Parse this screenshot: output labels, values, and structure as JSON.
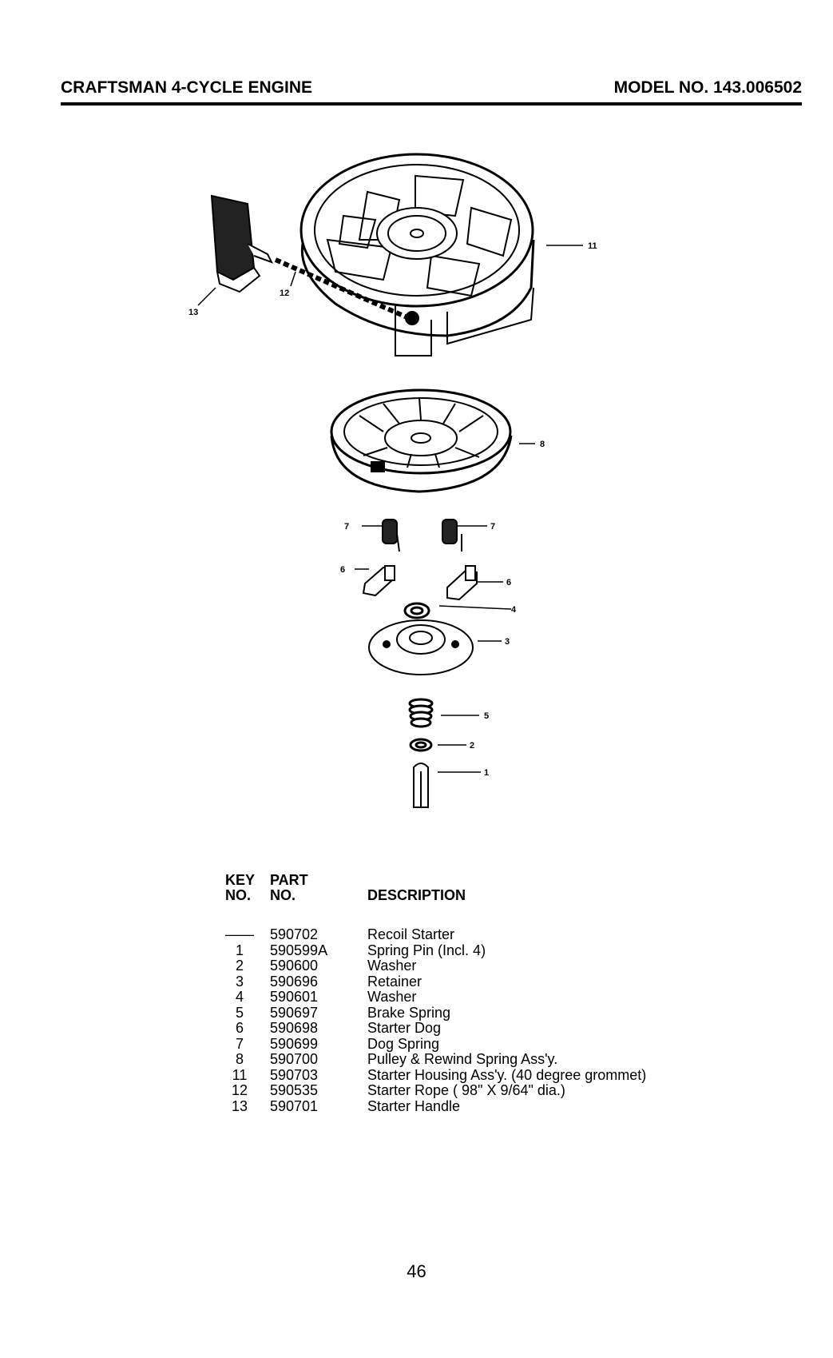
{
  "header": {
    "title": "CRAFTSMAN 4-CYCLE ENGINE",
    "model": "MODEL NO. 143.006502"
  },
  "diagram": {
    "callouts": {
      "c11": "11",
      "c12": "12",
      "c13": "13",
      "c8": "8",
      "c7a": "7",
      "c7b": "7",
      "c6a": "6",
      "c6b": "6",
      "c4": "4",
      "c3": "3",
      "c5": "5",
      "c2": "2",
      "c1": "1"
    }
  },
  "parts_table": {
    "headers": {
      "key_line1": "KEY",
      "key_line2": "NO.",
      "part_line1": "PART",
      "part_line2": "NO.",
      "description": "DESCRIPTION"
    },
    "rows": [
      {
        "key": "——",
        "part": "590702",
        "description": "Recoil Starter"
      },
      {
        "key": "1",
        "part": "590599A",
        "description": "Spring Pin (Incl. 4)"
      },
      {
        "key": "2",
        "part": "590600",
        "description": "Washer"
      },
      {
        "key": "3",
        "part": "590696",
        "description": "Retainer"
      },
      {
        "key": "4",
        "part": "590601",
        "description": "Washer"
      },
      {
        "key": "5",
        "part": "590697",
        "description": "Brake Spring"
      },
      {
        "key": "6",
        "part": "590698",
        "description": "Starter Dog"
      },
      {
        "key": "7",
        "part": "590699",
        "description": "Dog Spring"
      },
      {
        "key": "8",
        "part": "590700",
        "description": "Pulley & Rewind Spring Ass'y."
      },
      {
        "key": "11",
        "part": "590703",
        "description": "Starter Housing Ass'y. (40 degree grommet)"
      },
      {
        "key": "12",
        "part": "590535",
        "description": "Starter Rope ( 98\" X 9/64\" dia.)"
      },
      {
        "key": "13",
        "part": "590701",
        "description": "Starter Handle"
      }
    ]
  },
  "footer": {
    "page_number": "46"
  }
}
